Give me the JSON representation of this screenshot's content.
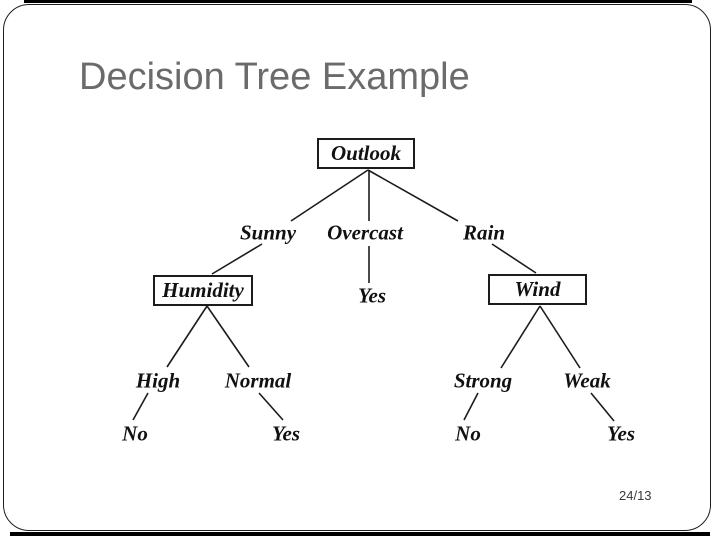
{
  "slide": {
    "title": "Decision Tree Example",
    "page_number": "24/13"
  },
  "colors": {
    "title_text": "#6b6b6b",
    "tree_ink": "#1c1c1c",
    "background": "#ffffff"
  },
  "tree": {
    "root": "Outlook",
    "nodes": {
      "outlook": "Outlook",
      "humidity": "Humidity",
      "wind": "Wind"
    },
    "branch_labels": {
      "sunny": "Sunny",
      "overcast": "Overcast",
      "rain": "Rain",
      "high": "High",
      "normal": "Normal",
      "strong": "Strong",
      "weak": "Weak"
    },
    "leaves": {
      "overcast_yes": "Yes",
      "high_no": "No",
      "normal_yes": "Yes",
      "strong_no": "No",
      "weak_yes": "Yes"
    },
    "structure": [
      {
        "from": "Outlook",
        "branch": "Sunny",
        "to": "Humidity"
      },
      {
        "from": "Outlook",
        "branch": "Overcast",
        "to": "Yes"
      },
      {
        "from": "Outlook",
        "branch": "Rain",
        "to": "Wind"
      },
      {
        "from": "Humidity",
        "branch": "High",
        "to": "No"
      },
      {
        "from": "Humidity",
        "branch": "Normal",
        "to": "Yes"
      },
      {
        "from": "Wind",
        "branch": "Strong",
        "to": "No"
      },
      {
        "from": "Wind",
        "branch": "Weak",
        "to": "Yes"
      }
    ]
  }
}
